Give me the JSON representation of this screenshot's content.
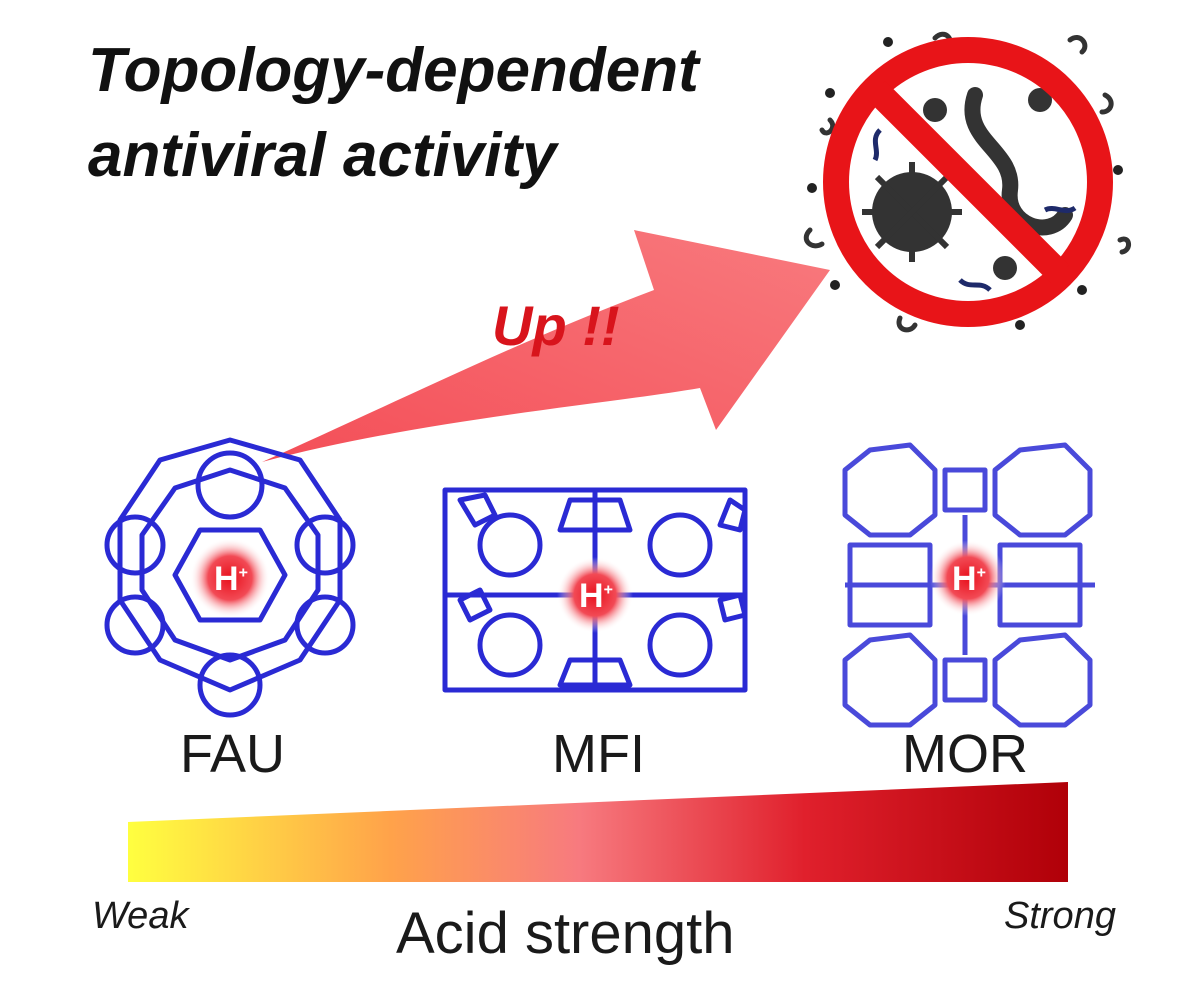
{
  "title": {
    "line1": "Topology-dependent",
    "line2": "antiviral activity"
  },
  "arrow": {
    "label": "Up !!",
    "color": "#f25a5f"
  },
  "zeolites": [
    {
      "name": "FAU",
      "proton": "H",
      "proton_charge": "+"
    },
    {
      "name": "MFI",
      "proton": "H",
      "proton_charge": "+"
    },
    {
      "name": "MOR",
      "proton": "H",
      "proton_charge": "+"
    }
  ],
  "acid_scale": {
    "low_label": "Weak",
    "high_label": "Strong",
    "axis_label": "Acid strength",
    "colors": [
      "#ffff40",
      "#ffa24a",
      "#f77a7f",
      "#e0202c",
      "#b00008"
    ]
  },
  "icons": {
    "virus_prohibited": "no-virus-icon"
  },
  "colors": {
    "framework": "#2a2ad4",
    "prohibit_sign": "#e81418",
    "virus": "#333333"
  }
}
